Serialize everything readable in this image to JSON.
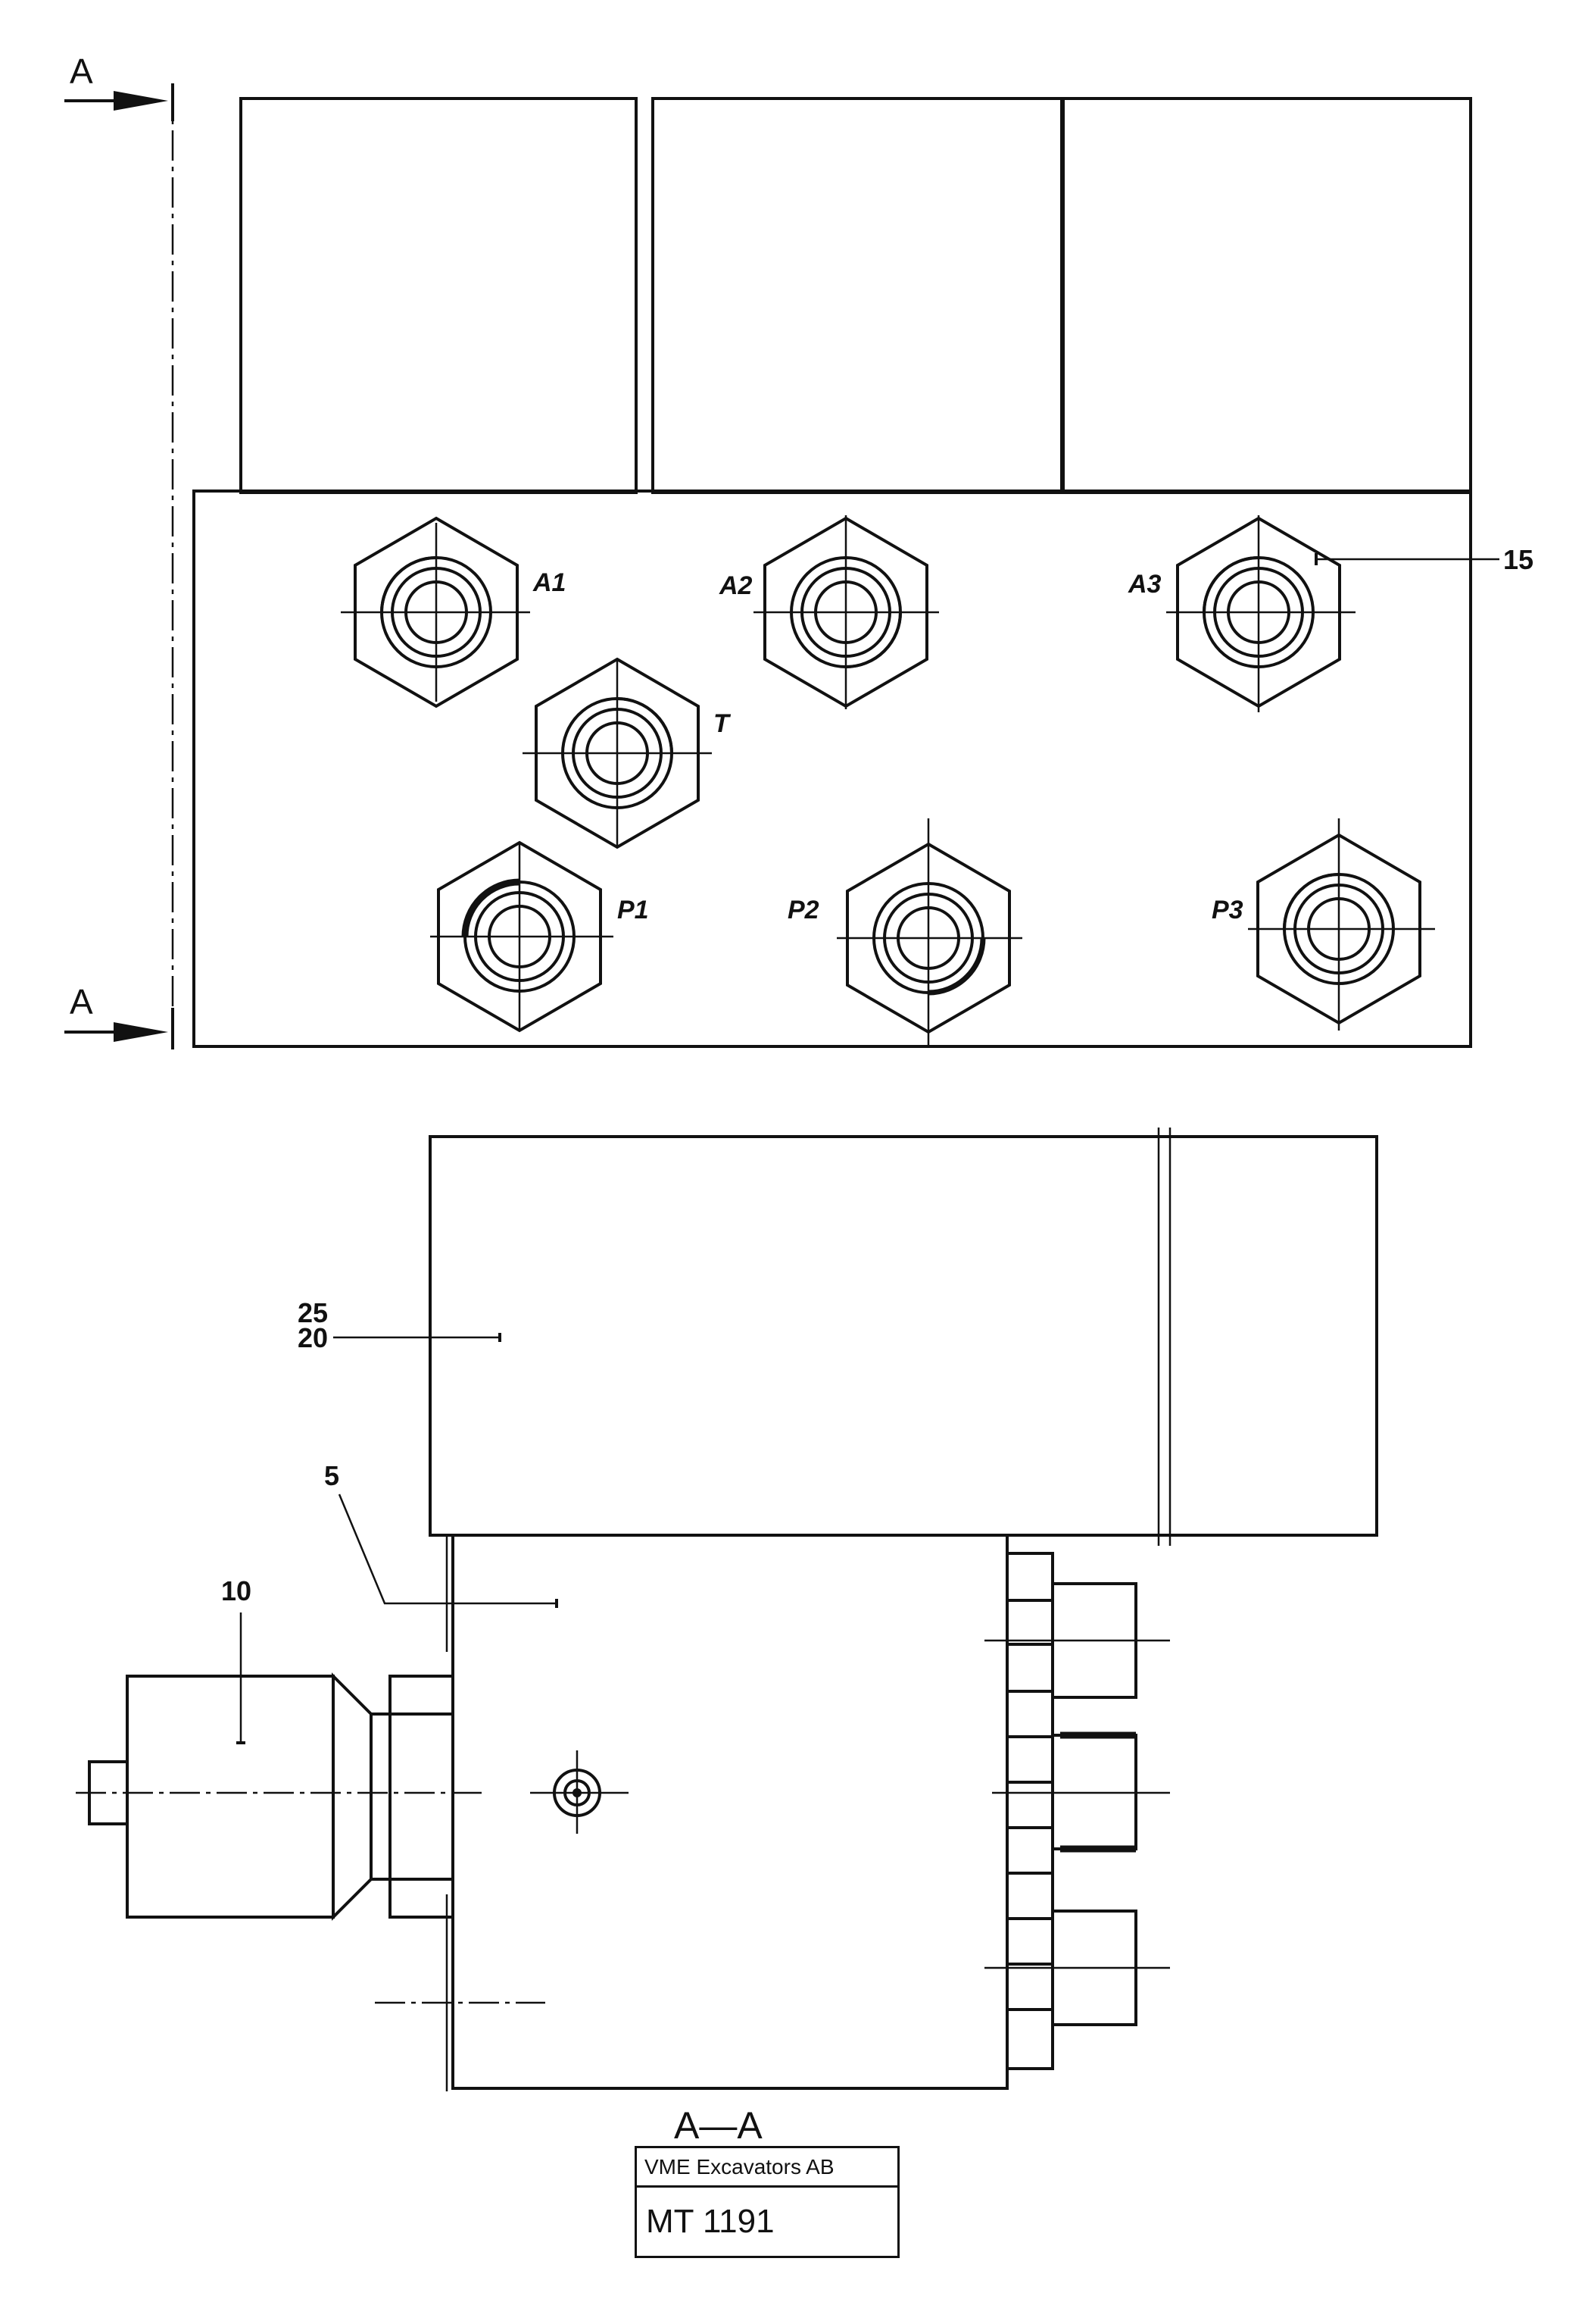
{
  "section_marks": {
    "top": "A",
    "bottom": "A"
  },
  "ports": [
    {
      "id": "A1",
      "label": "A1"
    },
    {
      "id": "A2",
      "label": "A2"
    },
    {
      "id": "A3",
      "label": "A3"
    },
    {
      "id": "T",
      "label": "T"
    },
    {
      "id": "P1",
      "label": "P1"
    },
    {
      "id": "P2",
      "label": "P2"
    },
    {
      "id": "P3",
      "label": "P3"
    }
  ],
  "position_numbers": {
    "p15": "15",
    "p25": "25",
    "p20": "20",
    "p5": "5",
    "p10": "10"
  },
  "section_view_title": "A—A",
  "title_block": {
    "company": "VME Excavators AB",
    "drawing_number": "MT 1191"
  }
}
